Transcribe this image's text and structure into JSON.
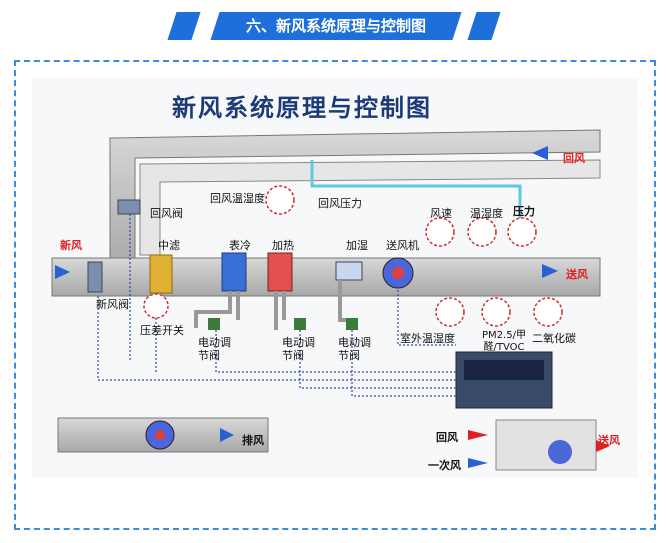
{
  "banner": {
    "title": "六、新风系统原理与控制图"
  },
  "diagram": {
    "title": "新风系统原理与控制图",
    "labels": {
      "return_air_right": "回风",
      "return_air_temp_humidity": "回风温湿度",
      "return_air_pressure": "回风压力",
      "return_air_valve": "回风阀",
      "fresh_air": "新风",
      "medium_filter": "中滤",
      "surface_cooler": "表冷",
      "heating": "加热",
      "humidify": "加湿",
      "supply_fan": "送风机",
      "air_speed": "风速",
      "temp_humidity": "温湿度",
      "pressure": "压力",
      "supply_air": "送风",
      "fresh_air_valve": "新风阀",
      "diff_pressure_switch": "压差开关",
      "electric_valve_1": "电动调节阀",
      "electric_valve_2": "电动调节阀",
      "electric_valve_3": "电动调节阀",
      "outdoor_temp_humidity": "室外温湿度",
      "pm25_formaldehyde_tvoc": "PM2.5/甲醛/TVOC",
      "co2": "二氧化碳",
      "exhaust_air": "排风",
      "bottom_return_air": "回风",
      "primary_air": "一次风",
      "bottom_supply_air": "送风"
    }
  },
  "colors": {
    "banner": "#1e6fd9",
    "frame": "#3c8be0",
    "label_red": "#e02020"
  }
}
